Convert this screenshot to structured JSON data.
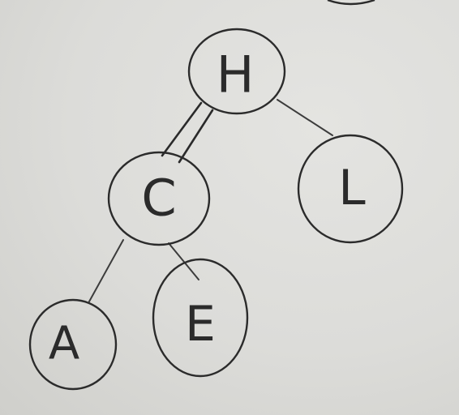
{
  "tree": {
    "nodes": [
      {
        "id": "H",
        "label": "H"
      },
      {
        "id": "C",
        "label": "C"
      },
      {
        "id": "L",
        "label": "L"
      },
      {
        "id": "A",
        "label": "A"
      },
      {
        "id": "E",
        "label": "E"
      }
    ],
    "edges": [
      {
        "from": "H",
        "to": "C",
        "style": "double"
      },
      {
        "from": "H",
        "to": "L",
        "style": "single"
      },
      {
        "from": "C",
        "to": "A",
        "style": "single"
      },
      {
        "from": "C",
        "to": "E",
        "style": "single"
      }
    ]
  }
}
